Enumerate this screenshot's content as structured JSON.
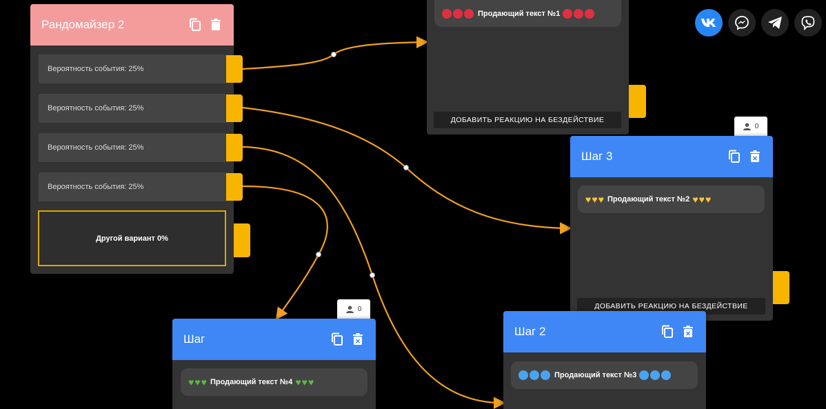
{
  "randomizer": {
    "title": "Рандомайзер 2",
    "rows": [
      {
        "label": "Вероятность события: 25%"
      },
      {
        "label": "Вероятность события: 25%"
      },
      {
        "label": "Вероятность события: 25%"
      },
      {
        "label": "Вероятность события: 25%"
      }
    ],
    "other_label": "Другой вариант 0%"
  },
  "step_top": {
    "message": "Продающий текст №1",
    "reaction_label": "ДОБАВИТЬ РЕАКЦИЮ НА БЕЗДЕЙСТВИЕ"
  },
  "step3": {
    "title": "Шаг 3",
    "badge_count": "0",
    "message": "Продающий текст №2",
    "reaction_label": "ДОБАВИТЬ РЕАКЦИЮ НА БЕЗДЕЙСТВИЕ"
  },
  "step": {
    "title": "Шаг",
    "badge_count": "0",
    "message": "Продающий текст №4"
  },
  "step2": {
    "title": "Шаг 2",
    "message": "Продающий текст №3"
  },
  "colors": {
    "randomizer_header": "#f49c9c",
    "step_header": "#3f87f5",
    "port": "#f7b500",
    "link": "#f0a020",
    "vk": "#2787f5"
  },
  "icons": [
    "copy-icon",
    "trash-icon",
    "user-icon",
    "vk-icon",
    "messenger-icon",
    "telegram-icon",
    "viber-icon"
  ]
}
